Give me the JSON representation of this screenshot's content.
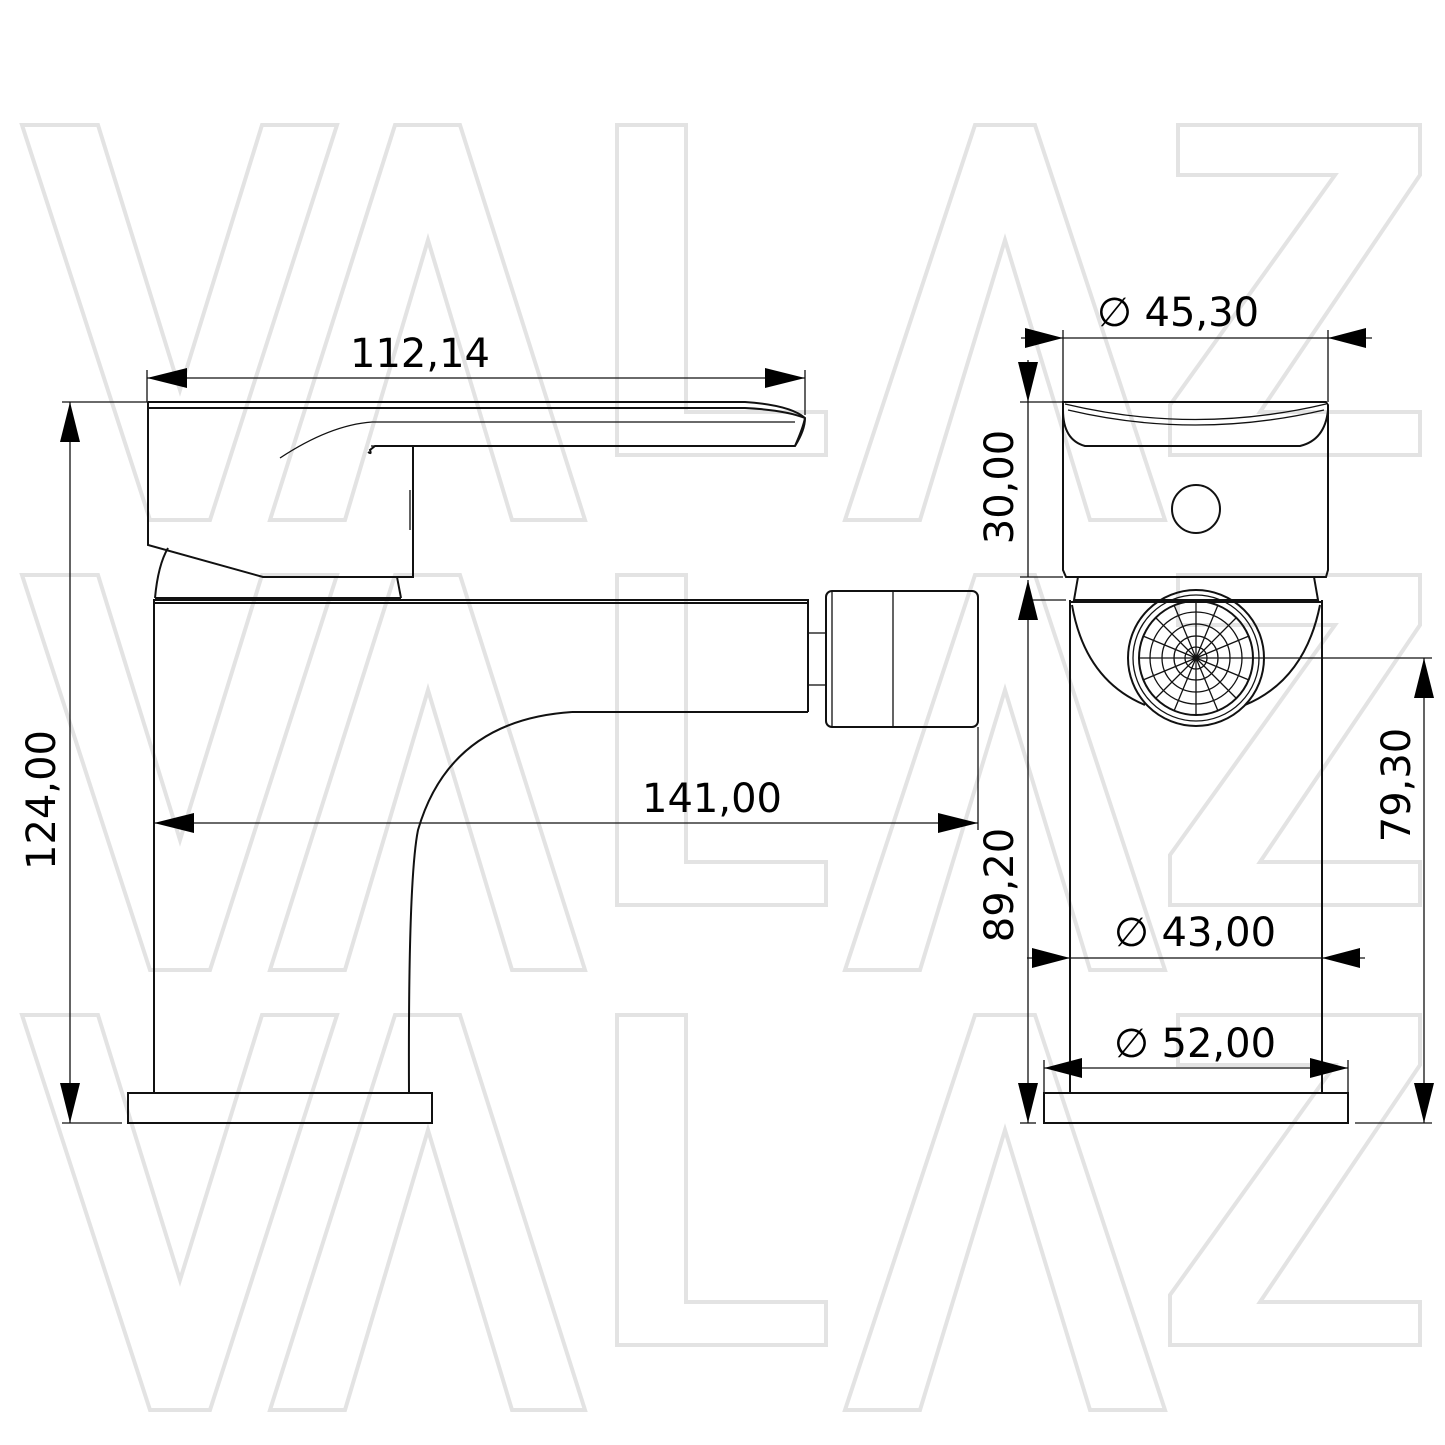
{
  "watermark": {
    "text": "VALAZ",
    "color": "#e3e3e3",
    "rows": 3
  },
  "drawing": {
    "subject": "bidet mixer faucet technical drawing",
    "views": [
      "side-view",
      "front-view"
    ],
    "line_color": "#111111"
  },
  "dimensions": {
    "handle_length": "112,14",
    "total_height": "124,00",
    "spout_reach": "141,00",
    "handle_diameter": "∅ 45,30",
    "handle_diameter_value": "45,30",
    "handle_height": "30,00",
    "spout_height": "89,20",
    "aerator_height": "79,30",
    "body_diameter": "∅ 43,00",
    "body_diameter_value": "43,00",
    "base_diameter": "∅ 52,00",
    "base_diameter_value": "52,00"
  },
  "symbols": {
    "diameter": "∅"
  }
}
